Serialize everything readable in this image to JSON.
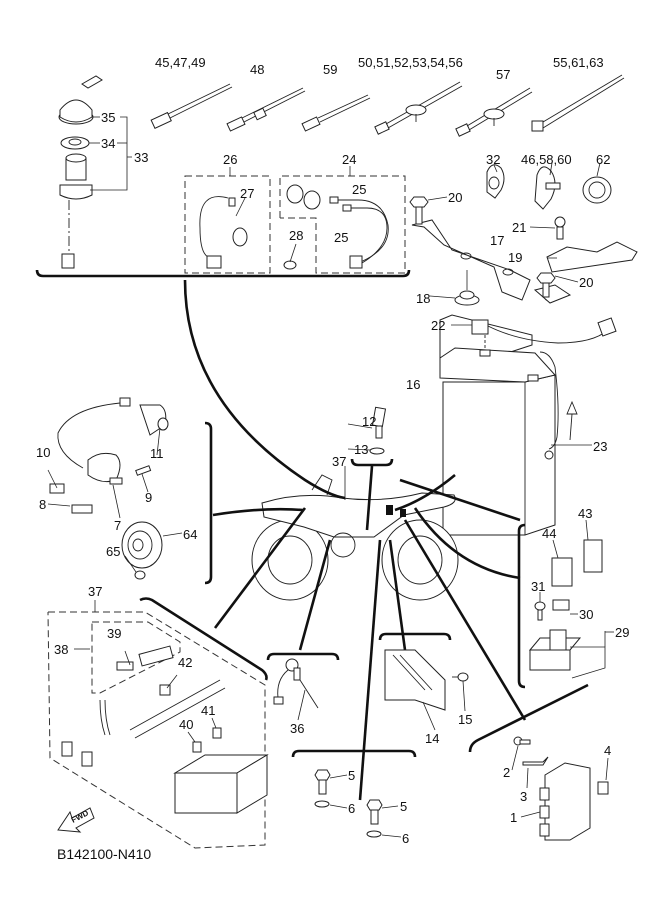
{
  "diagram": {
    "title_code": "B142100-N410",
    "fwd_arrow_label": "FWD",
    "callouts": {
      "c1": "1",
      "c2": "2",
      "c3": "3",
      "c4": "4",
      "c5a": "5",
      "c5b": "5",
      "c6a": "6",
      "c6b": "6",
      "c7": "7",
      "c8": "8",
      "c9": "9",
      "c10": "10",
      "c11": "11",
      "c12": "12",
      "c13": "13",
      "c14": "14",
      "c15": "15",
      "c16": "16",
      "c17": "17",
      "c18": "18",
      "c19": "19",
      "c20a": "20",
      "c20b": "20",
      "c21": "21",
      "c22": "22",
      "c23": "23",
      "c24": "24",
      "c25a": "25",
      "c25b": "25",
      "c26": "26",
      "c27": "27",
      "c28": "28",
      "c29": "29",
      "c30": "30",
      "c31": "31",
      "c32": "32",
      "c33": "33",
      "c34": "34",
      "c35": "35",
      "c36": "36",
      "c37a": "37",
      "c37b": "37",
      "c38": "38",
      "c39": "39",
      "c40": "40",
      "c41": "41",
      "c42": "42",
      "c43": "43",
      "c44": "44",
      "c45": "45,47,49",
      "c48": "48",
      "c59": "59",
      "c50": "50,51,52,53,54,56",
      "c57": "57",
      "c55": "55,61,63",
      "c46": "46,58,60",
      "c62": "62",
      "c64": "64",
      "c65": "65"
    },
    "parts": {
      "main_switch": "main-switch-assembly",
      "battery": "battery",
      "atv": "vehicle-overview"
    }
  }
}
